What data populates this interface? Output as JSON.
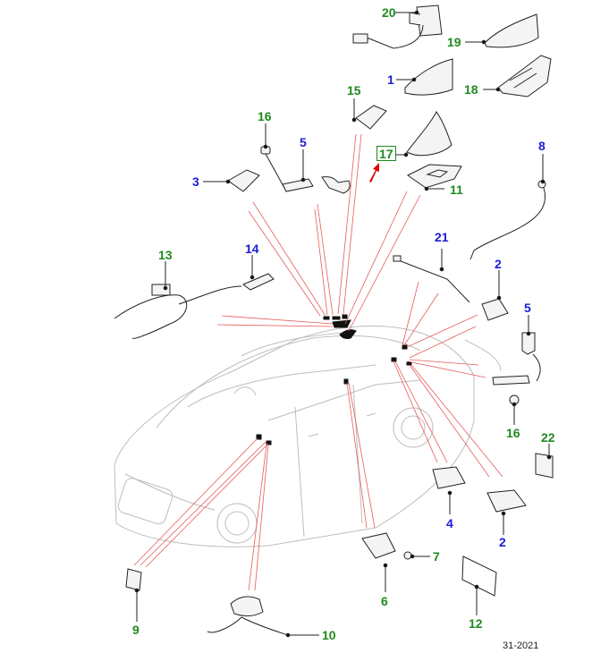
{
  "diagram": {
    "title": "Antenna and module component layout (vehicle roof / body)",
    "reference_code": "31-2021",
    "label_colors": {
      "blue": "#1c1cd6",
      "green": "#1f8a1f",
      "leader_red": "#e85a5a"
    },
    "callouts": [
      {
        "id": "c20",
        "label": "20",
        "color": "green",
        "part": "antenna-cable-connector"
      },
      {
        "id": "c19",
        "label": "19",
        "color": "green",
        "part": "shark-fin-cover"
      },
      {
        "id": "c1",
        "label": "1",
        "color": "blue",
        "part": "roof-antenna-cover"
      },
      {
        "id": "c18",
        "label": "18",
        "color": "green",
        "part": "antenna-base"
      },
      {
        "id": "c15",
        "label": "15",
        "color": "green",
        "part": "bracket"
      },
      {
        "id": "c16a",
        "label": "16",
        "color": "green",
        "part": "screw"
      },
      {
        "id": "c5a",
        "label": "5",
        "color": "blue",
        "part": "antenna-amplifier"
      },
      {
        "id": "c17",
        "label": "17",
        "color": "green",
        "part": "roof-shark-fin-antenna",
        "highlighted": true
      },
      {
        "id": "c3",
        "label": "3",
        "color": "blue",
        "part": "bracket-module"
      },
      {
        "id": "c11",
        "label": "11",
        "color": "green",
        "part": "antenna-gasket"
      },
      {
        "id": "c8",
        "label": "8",
        "color": "blue",
        "part": "antenna-cable"
      },
      {
        "id": "c13",
        "label": "13",
        "color": "green",
        "part": "wiring-harness"
      },
      {
        "id": "c14",
        "label": "14",
        "color": "blue",
        "part": "harness-module"
      },
      {
        "id": "c21",
        "label": "21",
        "color": "blue",
        "part": "antenna-lead"
      },
      {
        "id": "c2a",
        "label": "2",
        "color": "blue",
        "part": "control-module"
      },
      {
        "id": "c5b",
        "label": "5",
        "color": "blue",
        "part": "antenna-amplifier"
      },
      {
        "id": "c16b",
        "label": "16",
        "color": "green",
        "part": "screw"
      },
      {
        "id": "c22",
        "label": "22",
        "color": "green",
        "part": "antenna-module"
      },
      {
        "id": "c4",
        "label": "4",
        "color": "blue",
        "part": "module"
      },
      {
        "id": "c2b",
        "label": "2",
        "color": "blue",
        "part": "control-module"
      },
      {
        "id": "c7",
        "label": "7",
        "color": "green",
        "part": "nut"
      },
      {
        "id": "c6",
        "label": "6",
        "color": "green",
        "part": "module-bracket"
      },
      {
        "id": "c9",
        "label": "9",
        "color": "green",
        "part": "windshield-module"
      },
      {
        "id": "c10",
        "label": "10",
        "color": "green",
        "part": "gps-antenna"
      },
      {
        "id": "c12",
        "label": "12",
        "color": "green",
        "part": "adhesive-pad"
      }
    ]
  }
}
